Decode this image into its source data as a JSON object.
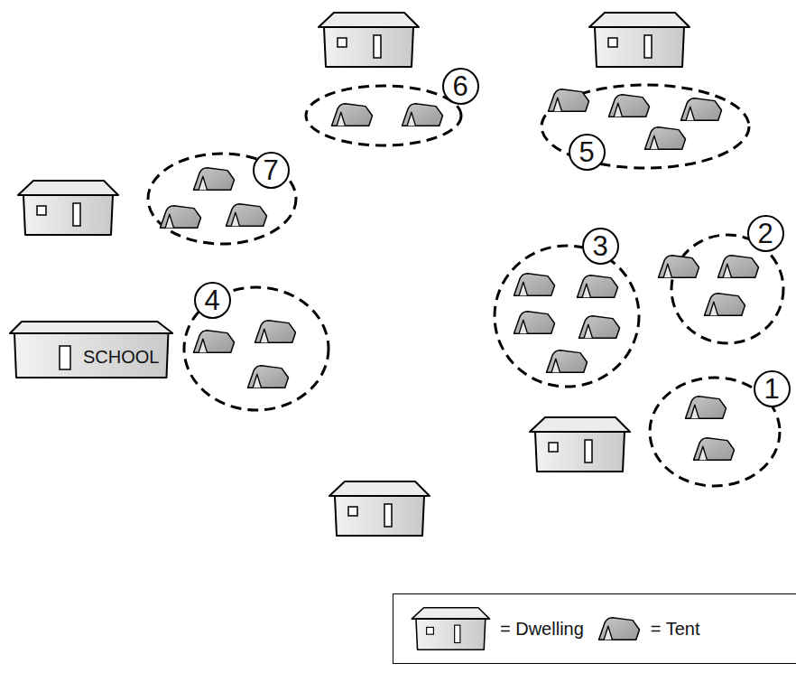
{
  "diagram": {
    "nodes": [
      {
        "text": [
          "6"
        ]
      },
      {
        "text": [
          "5"
        ]
      },
      {
        "text": [
          "7"
        ]
      },
      {
        "text": [
          "2"
        ]
      },
      {
        "text": [
          "3"
        ]
      },
      {
        "text": [
          "SCHOOL"
        ]
      },
      {
        "text": [
          "4"
        ]
      },
      {
        "text": [
          "1"
        ]
      }
    ],
    "legend": [
      {
        "text": "= Dwelling"
      },
      {
        "text": "= Tent"
      }
    ]
  }
}
